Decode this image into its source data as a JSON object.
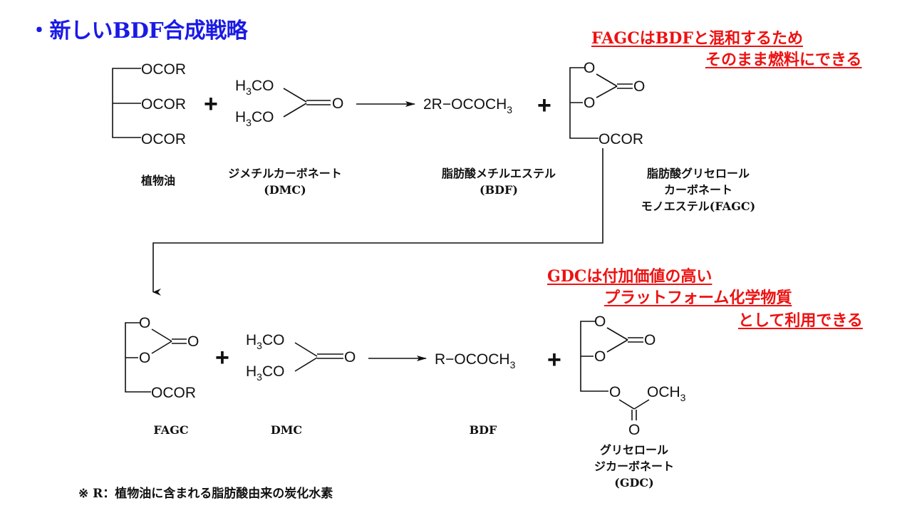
{
  "title": "・新しいBDF合成戦略",
  "notes": {
    "fagc": [
      "FAGCはBDFと混和するため",
      "そのまま燃料にできる"
    ],
    "gdc": [
      "GDCは付加価値の高い",
      "プラットフォーム化学物質",
      "として利用できる"
    ]
  },
  "reaction1": {
    "compounds": {
      "oil": {
        "groups": [
          "OCOR",
          "OCOR",
          "OCOR"
        ],
        "label": [
          "植物油"
        ]
      },
      "dmc": {
        "groups": [
          "H3CO",
          "H3CO",
          "O"
        ],
        "label": [
          "ジメチルカーボネート",
          "(DMC)"
        ]
      },
      "bdf": {
        "formula": "2R−OCOCH3",
        "label": [
          "脂肪酸メチルエステル",
          "(BDF)"
        ]
      },
      "fagc": {
        "groups": [
          "O",
          "O",
          "O",
          "OCOR"
        ],
        "label": [
          "脂肪酸グリセロール",
          "カーボネート",
          "モノエステル(FAGC)"
        ]
      }
    },
    "plus": "+"
  },
  "reaction2": {
    "compounds": {
      "fagc": {
        "label": [
          "FAGC"
        ]
      },
      "dmc": {
        "label": [
          "DMC"
        ]
      },
      "bdf": {
        "formula": "R−OCOCH3",
        "label": [
          "BDF"
        ]
      },
      "gdc": {
        "groups": [
          "O",
          "O",
          "O",
          "O",
          "OCH3",
          "O"
        ],
        "label": [
          "グリセロール",
          "ジカーボネート",
          "(GDC)"
        ]
      }
    },
    "plus": "+"
  },
  "footnote": "※ R：植物油に含まれる脂肪酸由来の炭化水素",
  "colors": {
    "title": "#1a1ae6",
    "note": "#ee1111",
    "ink": "#111111"
  }
}
